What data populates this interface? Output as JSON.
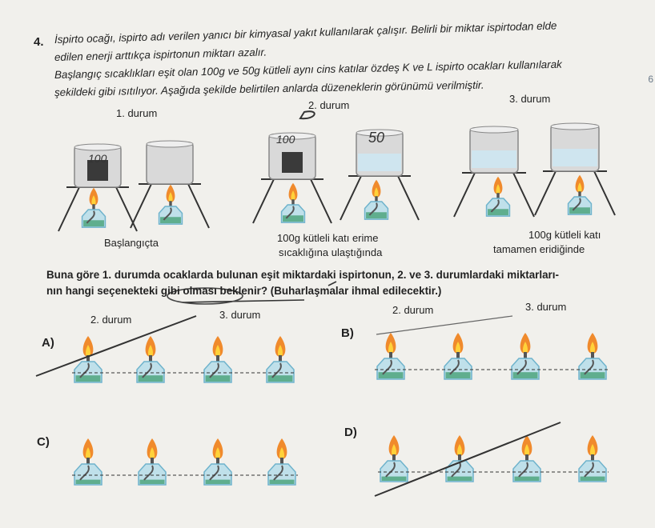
{
  "question": {
    "number": "4.",
    "line1": "İspirto ocağı, ispirto adı verilen yanıcı bir kimyasal yakıt kullanılarak çalışır. Belirli bir miktar ispirtodan elde",
    "line2": "edilen enerji arttıkça ispirtonun miktarı azalır.",
    "line3": "Başlangıç sıcaklıkları eşit olan 100g ve 50g kütleli aynı cins katılar özdeş K ve L ispirto ocakları kullanılarak",
    "line4": "şekildeki gibi ısıtılıyor. Aşağıda şekilde belirtilen anlarda düzeneklerin görünümü verilmiştir."
  },
  "states": {
    "s1": "1. durum",
    "s2": "2. durum",
    "s3": "3. durum",
    "caption1": "Başlangıçta",
    "caption2_line1": "100g kütleli katı erime",
    "caption2_line2": "sıcaklığına ulaştığında",
    "caption3_line1": "100g kütleli katı",
    "caption3_line2": "tamamen eridiğinde"
  },
  "handwriting": {
    "a": "100",
    "b": "100",
    "c": "50"
  },
  "prompt": {
    "line1": "Buna göre 1. durumda ocaklarda bulunan eşit miktardaki ispirtonun, 2. ve 3. durumlardaki miktarları-",
    "line2": "nın hangi seçenekteki gibi olması beklenir? (Buharlaşmalar ihmal edilecektir.)"
  },
  "options": {
    "a": "A)",
    "b": "B)",
    "c": "C)",
    "d": "D)",
    "col2": "2. durum",
    "col3": "3. durum",
    "levels": {
      "a": [
        0.55,
        0.55,
        0.55,
        0.55
      ],
      "b": [
        0.55,
        0.55,
        0.55,
        0.55
      ],
      "c": [
        0.4,
        0.4,
        0.4,
        0.4
      ],
      "d": [
        0.4,
        0.4,
        0.4,
        0.4
      ]
    }
  },
  "edge_char": "6",
  "colors": {
    "liquid": "#5fae8e",
    "glass": "#6fb3cc",
    "flame_outer": "#f08a2c",
    "flame_inner": "#ffd23a",
    "beaker": "#d9d9d9",
    "block": "#3a3a3a",
    "melt": "#cfe5ef"
  }
}
